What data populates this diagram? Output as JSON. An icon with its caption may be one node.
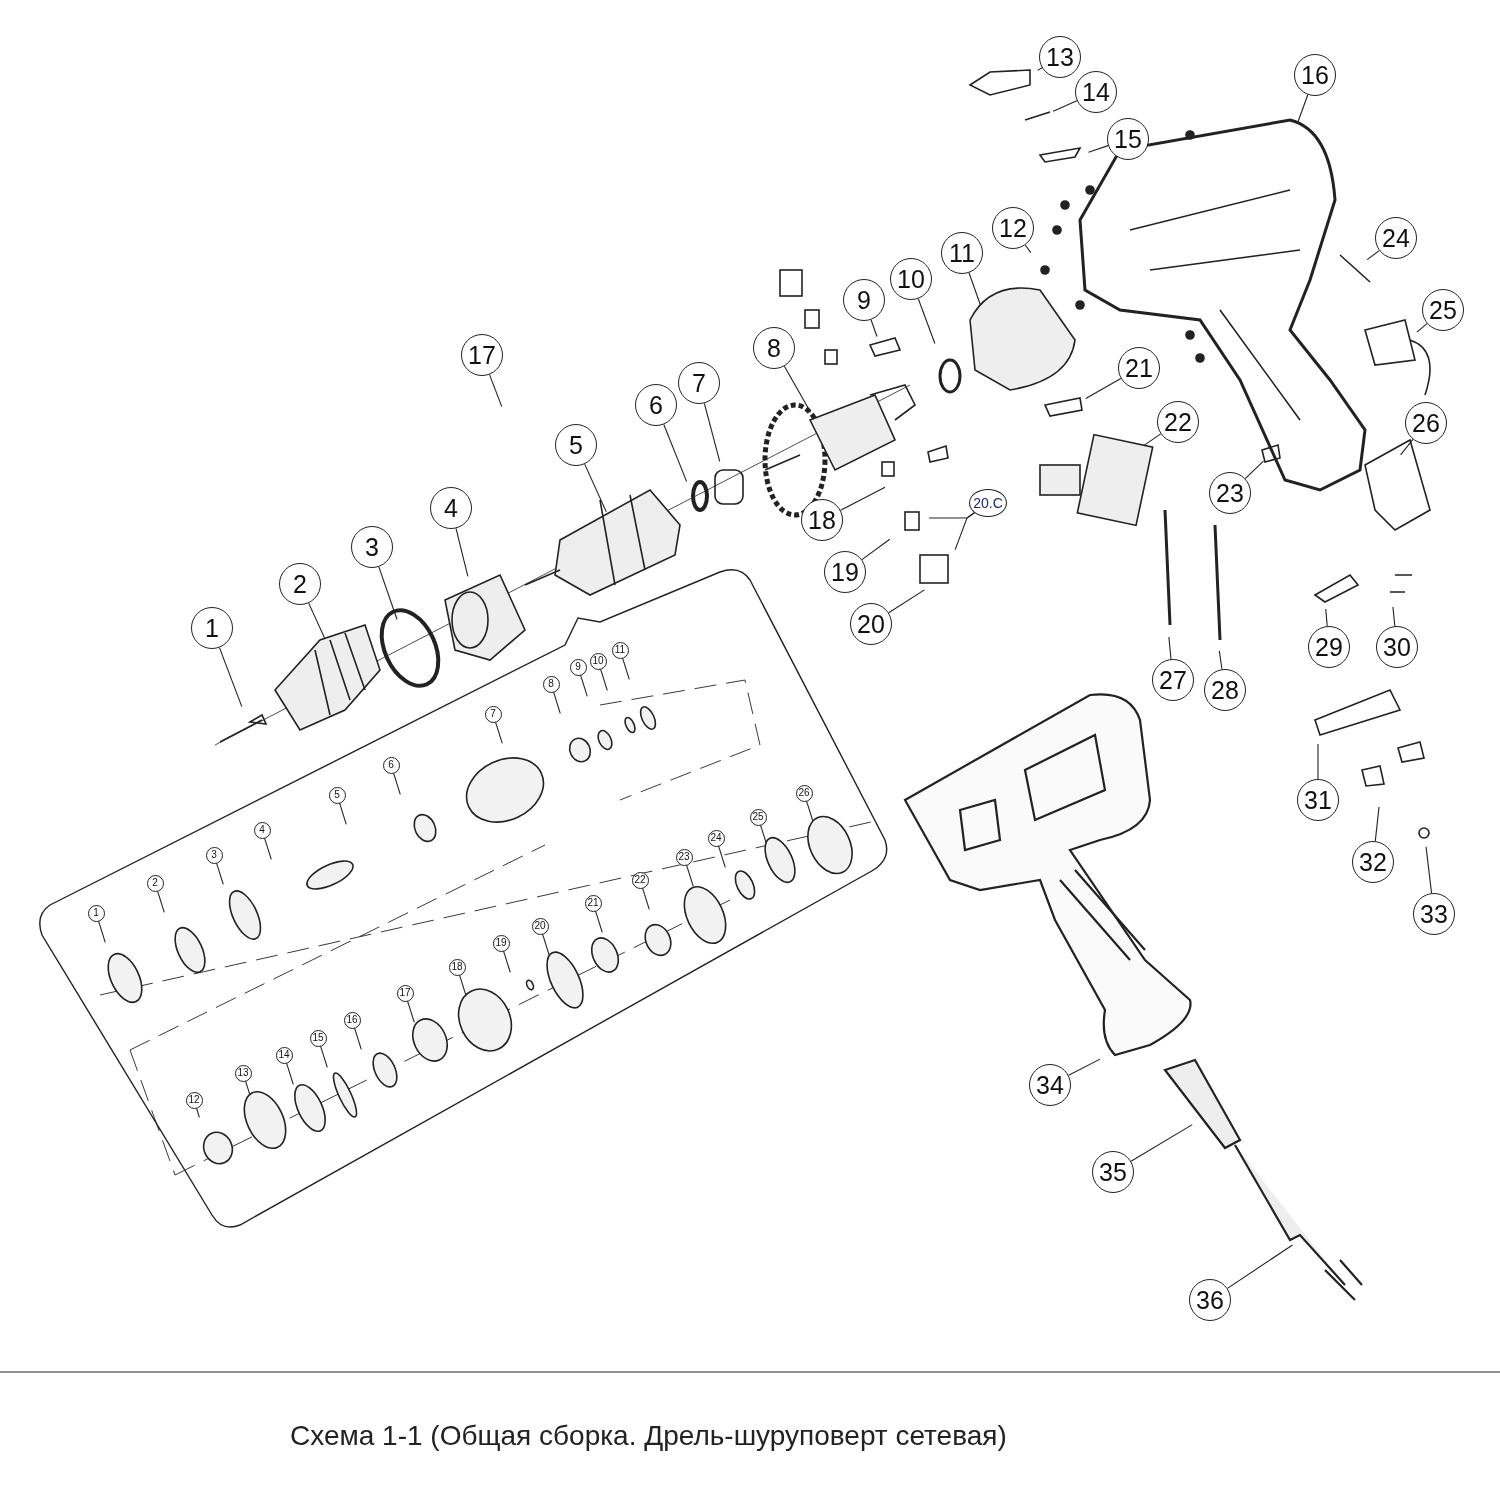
{
  "diagram": {
    "caption": "Схема 1-1 (Общая сборка. Дрель-шуруповерт сетевая)",
    "nodes": [
      {
        "text": [
          "1"
        ]
      },
      {
        "text": [
          "2"
        ]
      },
      {
        "text": [
          "3"
        ]
      },
      {
        "text": [
          "4"
        ]
      },
      {
        "text": [
          "5"
        ]
      },
      {
        "text": [
          "6"
        ]
      },
      {
        "text": [
          "7"
        ]
      },
      {
        "text": [
          "8"
        ]
      },
      {
        "text": [
          "9"
        ]
      },
      {
        "text": [
          "10"
        ]
      },
      {
        "text": [
          "11"
        ]
      },
      {
        "text": [
          "12"
        ]
      },
      {
        "text": [
          "13"
        ]
      },
      {
        "text": [
          "14"
        ]
      },
      {
        "text": [
          "15"
        ]
      },
      {
        "text": [
          "16"
        ]
      },
      {
        "text": [
          "17"
        ]
      },
      {
        "text": [
          "18"
        ]
      },
      {
        "text": [
          "19"
        ]
      },
      {
        "text": [
          "20"
        ]
      },
      {
        "text": [
          "21"
        ]
      },
      {
        "text": [
          "22"
        ]
      },
      {
        "text": [
          "23"
        ]
      },
      {
        "text": [
          "24"
        ]
      },
      {
        "text": [
          "25"
        ]
      },
      {
        "text": [
          "26"
        ]
      },
      {
        "text": [
          "27"
        ]
      },
      {
        "text": [
          "28"
        ]
      },
      {
        "text": [
          "29"
        ]
      },
      {
        "text": [
          "30"
        ]
      },
      {
        "text": [
          "31"
        ]
      },
      {
        "text": [
          "32"
        ]
      },
      {
        "text": [
          "33"
        ]
      },
      {
        "text": [
          "34"
        ]
      },
      {
        "text": [
          "35"
        ]
      },
      {
        "text": [
          "36"
        ]
      },
      {
        "text": [
          "20.C"
        ]
      },
      {
        "text": [
          "1"
        ]
      },
      {
        "text": [
          "2"
        ]
      },
      {
        "text": [
          "3"
        ]
      },
      {
        "text": [
          "4"
        ]
      },
      {
        "text": [
          "5"
        ]
      },
      {
        "text": [
          "6"
        ]
      },
      {
        "text": [
          "7"
        ]
      },
      {
        "text": [
          "8"
        ]
      },
      {
        "text": [
          "9"
        ]
      },
      {
        "text": [
          "10"
        ]
      },
      {
        "text": [
          "11"
        ]
      },
      {
        "text": [
          "12"
        ]
      },
      {
        "text": [
          "13"
        ]
      },
      {
        "text": [
          "14"
        ]
      },
      {
        "text": [
          "15"
        ]
      },
      {
        "text": [
          "16"
        ]
      },
      {
        "text": [
          "17"
        ]
      },
      {
        "text": [
          "18"
        ]
      },
      {
        "text": [
          "19"
        ]
      },
      {
        "text": [
          "20"
        ]
      },
      {
        "text": [
          "21"
        ]
      },
      {
        "text": [
          "22"
        ]
      },
      {
        "text": [
          "23"
        ]
      },
      {
        "text": [
          "24"
        ]
      },
      {
        "text": [
          "25"
        ]
      },
      {
        "text": [
          "26"
        ]
      }
    ],
    "edges": [
      {
        "from": 0,
        "to": null,
        "arrow": "none"
      },
      {
        "from": 1,
        "to": null,
        "arrow": "none"
      },
      {
        "from": 2,
        "to": null,
        "arrow": "none"
      },
      {
        "from": 3,
        "to": null,
        "arrow": "none"
      },
      {
        "from": 4,
        "to": null,
        "arrow": "none"
      },
      {
        "from": 5,
        "to": null,
        "arrow": "none"
      },
      {
        "from": 6,
        "to": null,
        "arrow": "none"
      },
      {
        "from": 7,
        "to": null,
        "arrow": "none"
      },
      {
        "from": 8,
        "to": null,
        "arrow": "none"
      },
      {
        "from": 9,
        "to": null,
        "arrow": "none"
      },
      {
        "from": 10,
        "to": null,
        "arrow": "none"
      },
      {
        "from": 11,
        "to": null,
        "arrow": "none"
      },
      {
        "from": 12,
        "to": null,
        "arrow": "none"
      },
      {
        "from": 13,
        "to": null,
        "arrow": "none"
      },
      {
        "from": 14,
        "to": null,
        "arrow": "none"
      },
      {
        "from": 15,
        "to": null,
        "arrow": "none"
      },
      {
        "from": 16,
        "to": null,
        "arrow": "none"
      },
      {
        "from": 17,
        "to": null,
        "arrow": "none"
      },
      {
        "from": 18,
        "to": null,
        "arrow": "none"
      },
      {
        "from": 19,
        "to": null,
        "arrow": "none"
      },
      {
        "from": 20,
        "to": null,
        "arrow": "none"
      },
      {
        "from": 21,
        "to": null,
        "arrow": "none"
      },
      {
        "from": 22,
        "to": null,
        "arrow": "none"
      },
      {
        "from": 23,
        "to": null,
        "arrow": "none"
      },
      {
        "from": 24,
        "to": null,
        "arrow": "none"
      },
      {
        "from": 25,
        "to": null,
        "arrow": "none"
      },
      {
        "from": 26,
        "to": null,
        "arrow": "none"
      },
      {
        "from": 27,
        "to": null,
        "arrow": "none"
      },
      {
        "from": 28,
        "to": null,
        "arrow": "none"
      },
      {
        "from": 29,
        "to": null,
        "arrow": "none"
      },
      {
        "from": 30,
        "to": null,
        "arrow": "none"
      },
      {
        "from": 31,
        "to": null,
        "arrow": "none"
      },
      {
        "from": 32,
        "to": null,
        "arrow": "none"
      },
      {
        "from": 33,
        "to": null,
        "arrow": "none"
      },
      {
        "from": 34,
        "to": null,
        "arrow": "none"
      },
      {
        "from": 35,
        "to": null,
        "arrow": "none"
      },
      {
        "from": 36,
        "to": null,
        "arrow": "none"
      },
      {
        "from": 36,
        "to": null,
        "arrow": "none"
      },
      {
        "from": 37,
        "to": null,
        "arrow": "none"
      },
      {
        "from": 38,
        "to": null,
        "arrow": "none"
      },
      {
        "from": 39,
        "to": null,
        "arrow": "none"
      },
      {
        "from": 40,
        "to": null,
        "arrow": "none"
      },
      {
        "from": 41,
        "to": null,
        "arrow": "none"
      },
      {
        "from": 42,
        "to": null,
        "arrow": "none"
      },
      {
        "from": 43,
        "to": null,
        "arrow": "none"
      },
      {
        "from": 44,
        "to": null,
        "arrow": "none"
      },
      {
        "from": 45,
        "to": null,
        "arrow": "none"
      },
      {
        "from": 46,
        "to": null,
        "arrow": "none"
      },
      {
        "from": 47,
        "to": null,
        "arrow": "none"
      },
      {
        "from": 48,
        "to": null,
        "arrow": "none"
      },
      {
        "from": 49,
        "to": null,
        "arrow": "none"
      },
      {
        "from": 50,
        "to": null,
        "arrow": "none"
      },
      {
        "from": 51,
        "to": null,
        "arrow": "none"
      },
      {
        "from": 52,
        "to": null,
        "arrow": "none"
      },
      {
        "from": 53,
        "to": null,
        "arrow": "none"
      },
      {
        "from": 54,
        "to": null,
        "arrow": "none"
      },
      {
        "from": 55,
        "to": null,
        "arrow": "none"
      },
      {
        "from": 56,
        "to": null,
        "arrow": "none"
      },
      {
        "from": 57,
        "to": null,
        "arrow": "none"
      },
      {
        "from": 58,
        "to": null,
        "arrow": "none"
      },
      {
        "from": 59,
        "to": null,
        "arrow": "none"
      },
      {
        "from": 60,
        "to": null,
        "arrow": "none"
      },
      {
        "from": 61,
        "to": null,
        "arrow": "none"
      },
      {
        "from": 62,
        "to": null,
        "arrow": "none"
      }
    ]
  }
}
